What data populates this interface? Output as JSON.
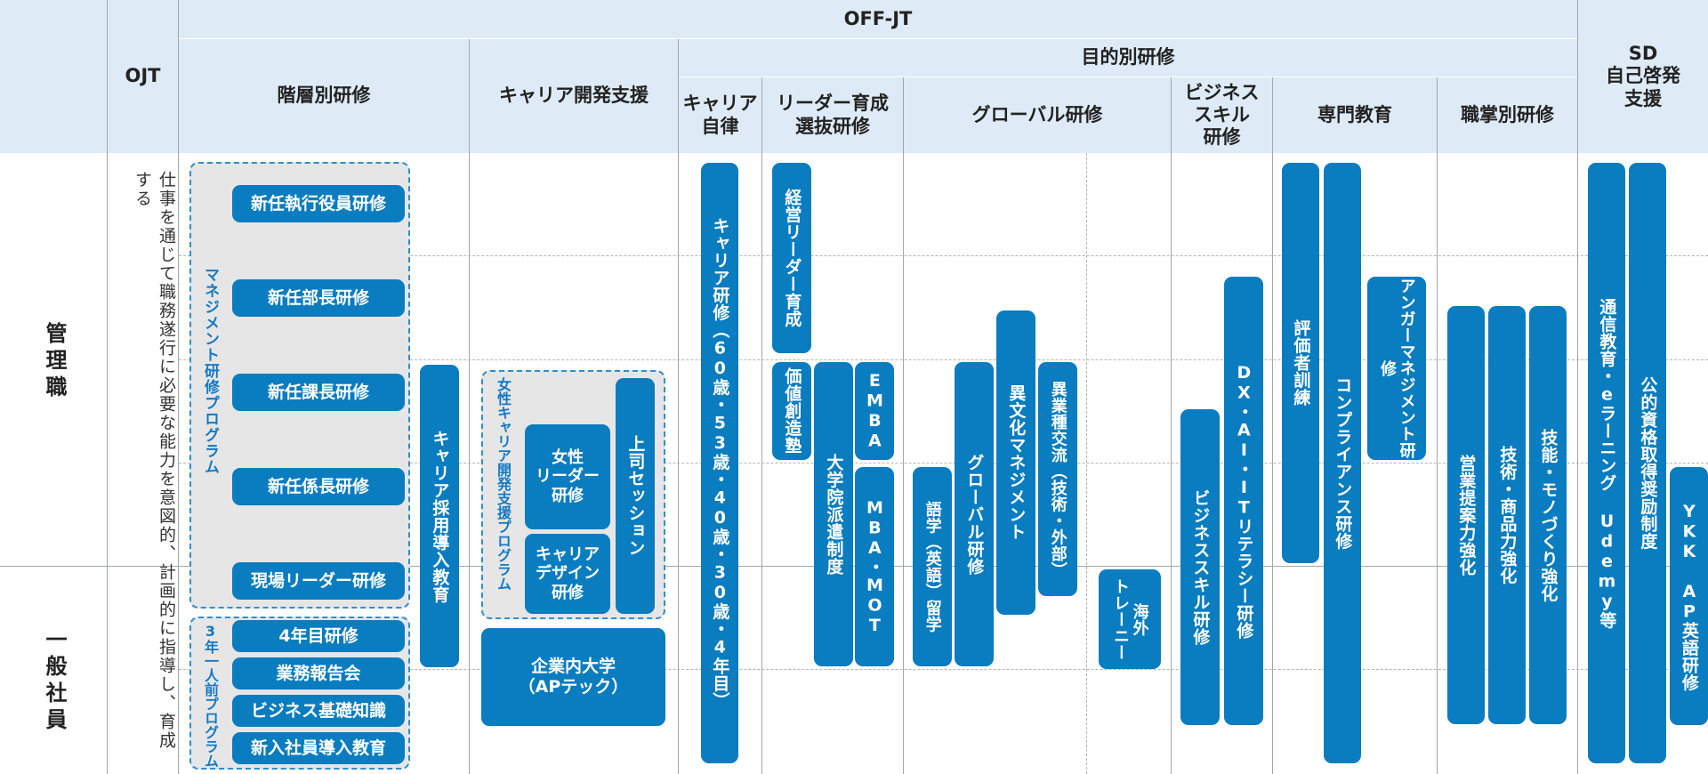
{
  "header": {
    "ojt": "OJT",
    "offjt": "OFF-JT",
    "sd": "SD\n自己啓発\n支援",
    "hierarchical": "階層別研修",
    "career_support": "キャリア開発支援",
    "purpose": "目的別研修",
    "career_autonomy": "キャリア\n自律",
    "leader": "リーダー育成\n選抜研修",
    "global": "グローバル研修",
    "business_skill": "ビジネス\nスキル\n研修",
    "specialized": "専門教育",
    "job_specific": "職掌別研修"
  },
  "rows": {
    "management": "管理職",
    "general": "一般社員"
  },
  "ojt_text": "仕事を通じて職務遂行に必要な能力を意図的、計画的に指導し、育成する",
  "hierarchical": {
    "mgmt_program_label": "マネジメント研修プログラム",
    "mgmt_items": [
      "新任執行役員研修",
      "新任部長研修",
      "新任課長研修",
      "新任係長研修",
      "現場リーダー研修"
    ],
    "junior_program_label": "3年一人前プログラム",
    "junior_items": [
      "4年目研修",
      "業務報告会",
      "ビジネス基礎知識",
      "新入社員導入教育"
    ],
    "career_recruit": "キャリア採用導入教育"
  },
  "career_support": {
    "women_program_label": "女性キャリア開発支援プログラム",
    "women_leader": "女性\nリーダー\n研修",
    "career_design": "キャリア\nデザイン\n研修",
    "boss_session": "上司セッション",
    "ap_tech": "企業内大学\n（APテック）"
  },
  "career_autonomy": {
    "career_training": "キャリア研修（60歳・53歳・40歳・30歳・4年目）"
  },
  "leader": {
    "management_leader": "経営リーダー育成",
    "value_creation": "価値創造塾",
    "grad_school": "大学院派遣制度",
    "emba": "EMBA",
    "mba_mot": "MBA・MOT"
  },
  "global": {
    "language": "語学（英語）留学",
    "global_training": "グローバル研修",
    "cross_culture": "異文化マネジメント",
    "cross_industry": "異業種交流（技術・外部）",
    "overseas_trainee": "海外\nトレーニー"
  },
  "business_skill": {
    "biz_skill": "ビジネススキル研修",
    "dx": "DX・AI・ITリテラシー研修"
  },
  "specialized": {
    "evaluator": "評価者訓練",
    "compliance": "コンプライアンス研修",
    "anger": "アンガーマネジメント研修"
  },
  "job_specific": {
    "sales": "営業提案力強化",
    "tech_product": "技術・商品力強化",
    "monozukuri": "技能・モノづくり強化"
  },
  "sd": {
    "elearning": "通信教育・eラーニング Udemy等",
    "certification": "公的資格取得奨励制度",
    "ykkap_english": "YKK AP英語研修"
  },
  "colors": {
    "header_bg": "#deebf6",
    "pill": "#0a7cc0",
    "group_border": "#2d8fd0",
    "group_bg": "#e6e6e6"
  }
}
